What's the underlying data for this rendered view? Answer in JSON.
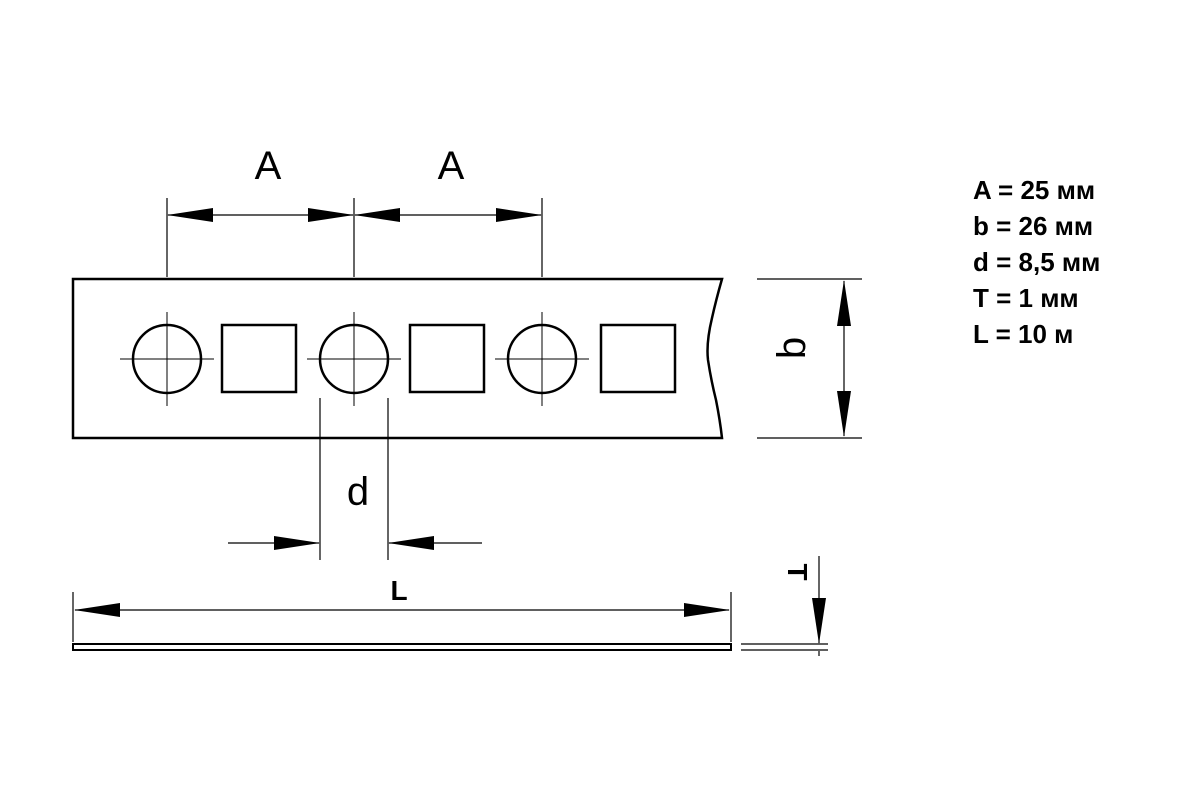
{
  "diagram": {
    "labels": {
      "pitch_left": "A",
      "pitch_right": "A",
      "width": "b",
      "diameter": "d",
      "length": "L",
      "thickness": "T"
    },
    "specs": [
      "A = 25 мм",
      "b = 26 мм",
      "d = 8,5 мм",
      "T = 1 мм",
      "L = 10 м"
    ],
    "colors": {
      "line": "#000000",
      "background": "#ffffff"
    }
  }
}
